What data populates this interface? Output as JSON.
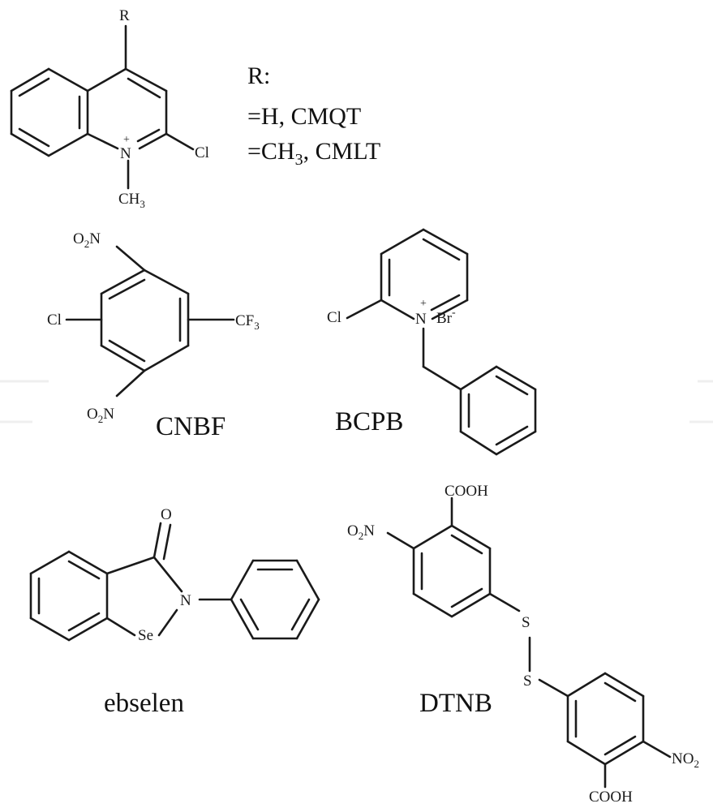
{
  "legend": {
    "heading": "R:",
    "line1": "=H, CMQT",
    "line2_prefix": "=CH",
    "line2_sub": "3",
    "line2_suffix": ", CMLT"
  },
  "compounds": {
    "cmqt": {
      "r": "R",
      "n": "N",
      "plus": "+",
      "cl": "Cl",
      "ch": "CH",
      "ch_sub": "3"
    },
    "cnbf": {
      "name": "CNBF",
      "o2n_top_o": "O",
      "o2n_top_sub": "2",
      "o2n_top_n": "N",
      "cl": "Cl",
      "cf": "CF",
      "cf_sub": "3",
      "o2n_bot_o": "O",
      "o2n_bot_sub": "2",
      "o2n_bot_n": "N"
    },
    "bcpb": {
      "name": "BCPB",
      "cl": "Cl",
      "n": "N",
      "plus": "+",
      "br": "Br",
      "br_charge": "-"
    },
    "ebselen": {
      "name": "ebselen",
      "o": "O",
      "n": "N",
      "se": "Se"
    },
    "dtnb": {
      "name": "DTNB",
      "cooh_top": "COOH",
      "o2n_o": "O",
      "o2n_sub": "2",
      "o2n_n": "N",
      "s1": "S",
      "s2": "S",
      "no": "NO",
      "no_sub": "2",
      "cooh_bot": "COOH"
    }
  },
  "colors": {
    "ink": "#1a1a1a",
    "watermark": "#efefef"
  }
}
